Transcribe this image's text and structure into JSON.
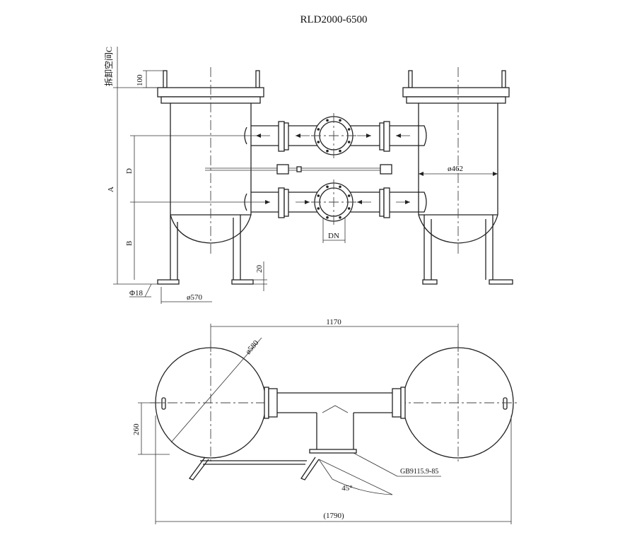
{
  "title": "RLD2000-6500",
  "front_view": {
    "label_removal_space": "拆卸空间C",
    "label_100": "100",
    "label_A": "A",
    "label_B": "B",
    "label_D": "D",
    "label_DN": "DN",
    "label_20": "20",
    "label_phi18": "Φ18",
    "label_dia570": "ø570",
    "label_dia462": "ø462"
  },
  "top_view": {
    "label_1170": "1170",
    "label_dia580": "ø580",
    "label_260": "260",
    "label_gb": "GB9115.9-85",
    "label_45": "45°",
    "label_1790": "(1790)"
  }
}
